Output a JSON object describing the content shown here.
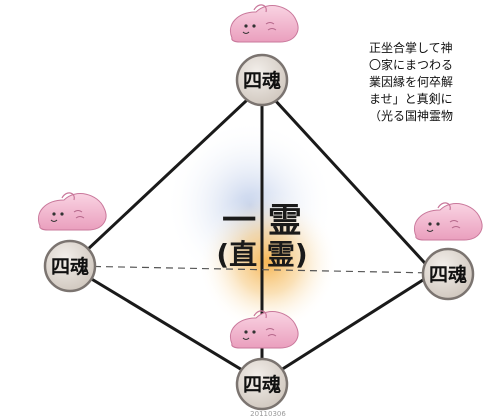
{
  "diagram": {
    "node_label": "四魂",
    "center_top": "一 霊",
    "center_bottom": "(直 霊)",
    "stamp": "20110306"
  },
  "side_text": {
    "lines": [
      "正坐合掌して神",
      "〇家にまつわる",
      "業因縁を何卒解",
      "ませ」と真剣に",
      "（光る国神霊物"
    ]
  },
  "colors": {
    "line": "#1a1a1a",
    "node_fill": "#d7cfc7",
    "node_border": "#7b7470",
    "character_pink": "#f2b8cf",
    "glow_blue": "#b9c9e8",
    "glow_orange": "#f6c77a"
  },
  "icons": {
    "node_character": "pink-blob-character-icon"
  }
}
